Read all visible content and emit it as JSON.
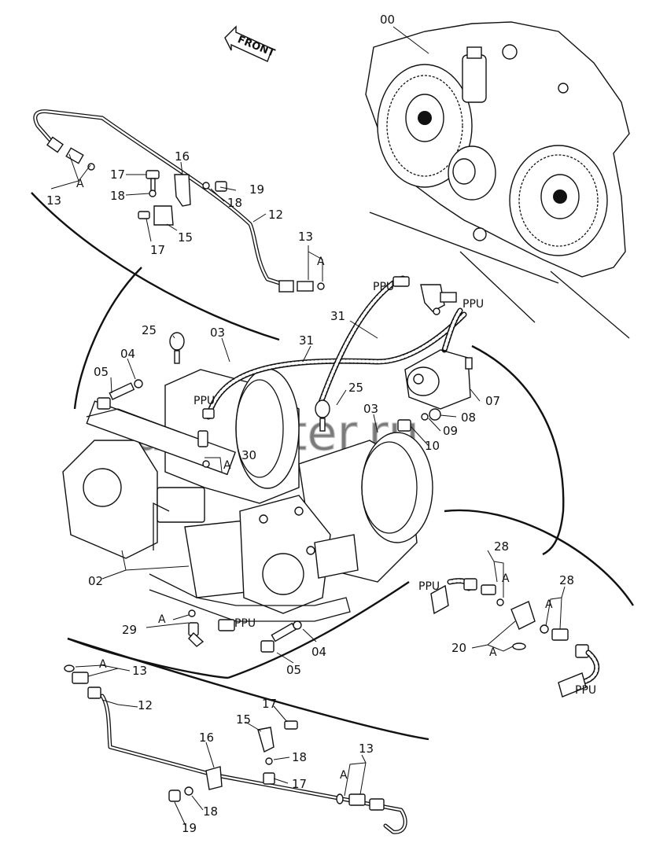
{
  "diagram": {
    "direction_label": "FRONT",
    "watermark": "autopiter.ru",
    "callouts": {
      "c00": "00",
      "c02": "02",
      "c03a": "03",
      "c03b": "03",
      "c04a": "04",
      "c04b": "04",
      "c05a": "05",
      "c05b": "05",
      "c07": "07",
      "c08": "08",
      "c09": "09",
      "c10": "10",
      "c12a": "12",
      "c12b": "12",
      "c13a": "13",
      "c13b": "13",
      "c13c": "13",
      "c13d": "13",
      "c15a": "15",
      "c15b": "15",
      "c16a": "16",
      "c16b": "16",
      "c17a": "17",
      "c17b": "17",
      "c17c": "17",
      "c17d": "17",
      "c18a": "18",
      "c18b": "18",
      "c18c": "18",
      "c18d": "18",
      "c19a": "19",
      "c19b": "19",
      "c20": "20",
      "c25a": "25",
      "c25b": "25",
      "c28a": "28",
      "c28b": "28",
      "c29": "29",
      "c30": "30",
      "c31a": "31",
      "c31b": "31"
    },
    "letter_a": "A",
    "ppu": "PPU"
  }
}
